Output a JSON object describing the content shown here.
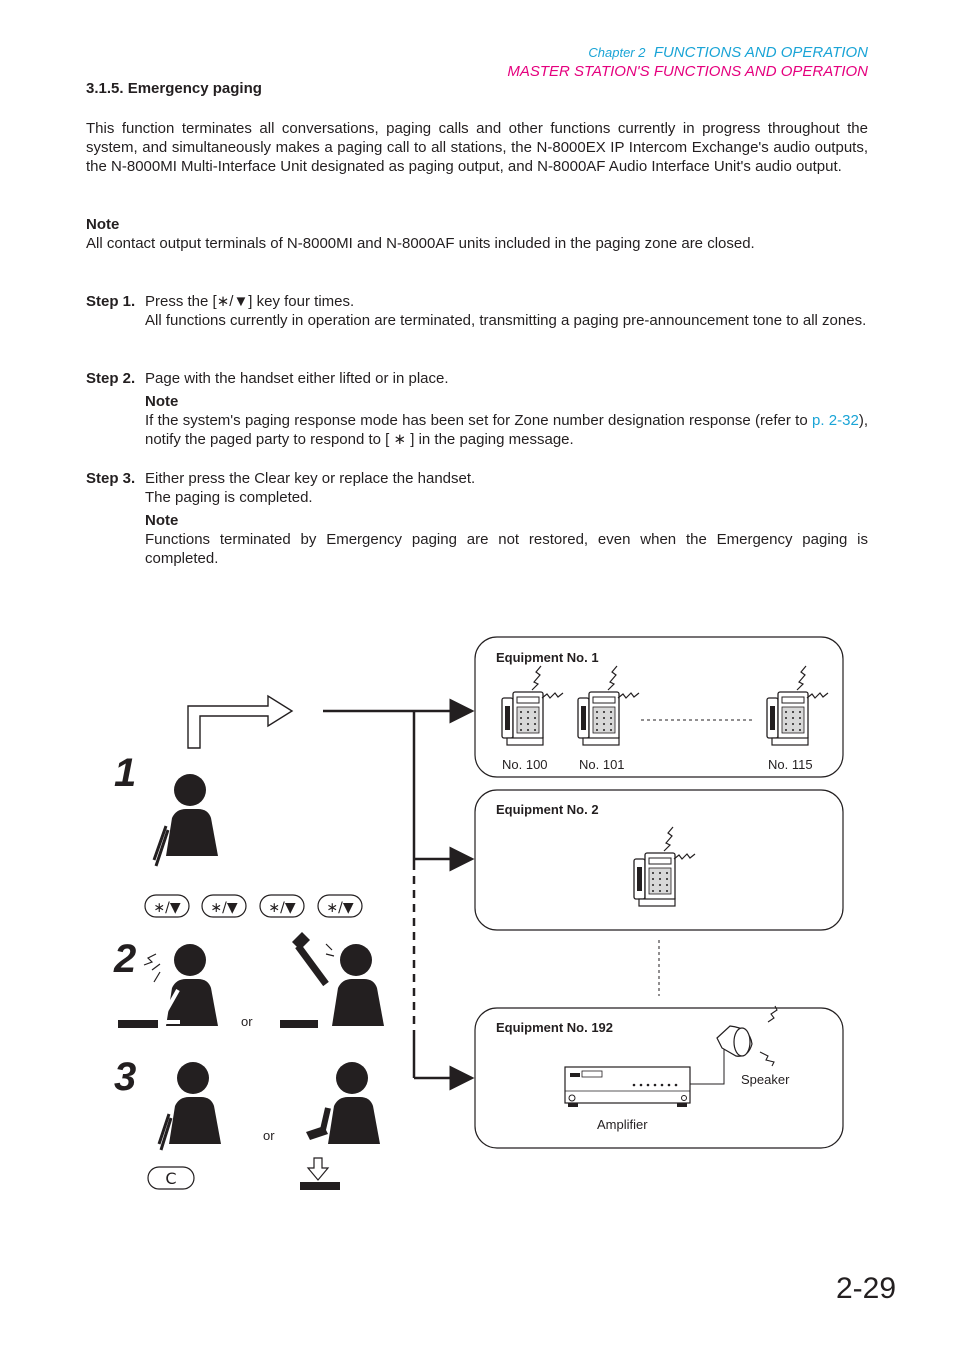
{
  "header": {
    "chapter_label": "Chapter 2",
    "chapter_title": "FUNCTIONS AND OPERATION",
    "section_title": "MASTER STATION'S FUNCTIONS AND OPERATION"
  },
  "section": {
    "heading": "3.1.5. Emergency paging",
    "intro": "This function terminates all conversations, paging calls and other functions currently in progress throughout the system, and simultaneously makes a paging call to all stations, the N-8000EX IP Intercom Exchange's audio outputs, the N-8000MI Multi-Interface Unit designated as paging output, and N-8000AF Audio Interface Unit's audio output.",
    "note_heading": "Note",
    "note_text": "All contact output terminals of N-8000MI and N-8000AF units included in the paging zone are closed."
  },
  "steps": [
    {
      "label": "Step 1.",
      "line1_pre": "Press the [",
      "line1_key": "∗/▼",
      "line1_post": "] key four times.",
      "line2": "All functions currently in operation are terminated, transmitting a paging pre-announcement tone to all zones."
    },
    {
      "label": "Step 2.",
      "line1": "Page with the handset either lifted or in place.",
      "note_heading": "Note",
      "note_pre": "If the system's paging response mode has been set for Zone number designation response (refer to ",
      "note_link": "p. 2-32",
      "note_mid": "), notify the paged party to respond to [ ",
      "note_key": "∗",
      "note_post": " ] in the paging message."
    },
    {
      "label": "Step 3.",
      "line1": "Either press the Clear key or replace the handset.",
      "line2": "The paging is completed.",
      "note_heading": "Note",
      "note_text": "Functions terminated by Emergency paging are not restored, even when the Emergency paging is completed."
    }
  ],
  "diagram": {
    "step_numbers": [
      "1",
      "2",
      "3"
    ],
    "key_label": "∗/▼",
    "clear_key_label": "C",
    "or_label": "or",
    "equipment": [
      {
        "title": "Equipment No. 1",
        "stations": [
          "No. 100",
          "No. 101",
          "No. 115"
        ]
      },
      {
        "title": "Equipment No. 2"
      },
      {
        "title": "Equipment No. 192",
        "speaker_label": "Speaker",
        "amplifier_label": "Amplifier"
      }
    ]
  },
  "page_number": "2-29",
  "colors": {
    "accent_cyan": "#1aa4d6",
    "accent_magenta": "#e5007e",
    "text": "#231f20"
  }
}
